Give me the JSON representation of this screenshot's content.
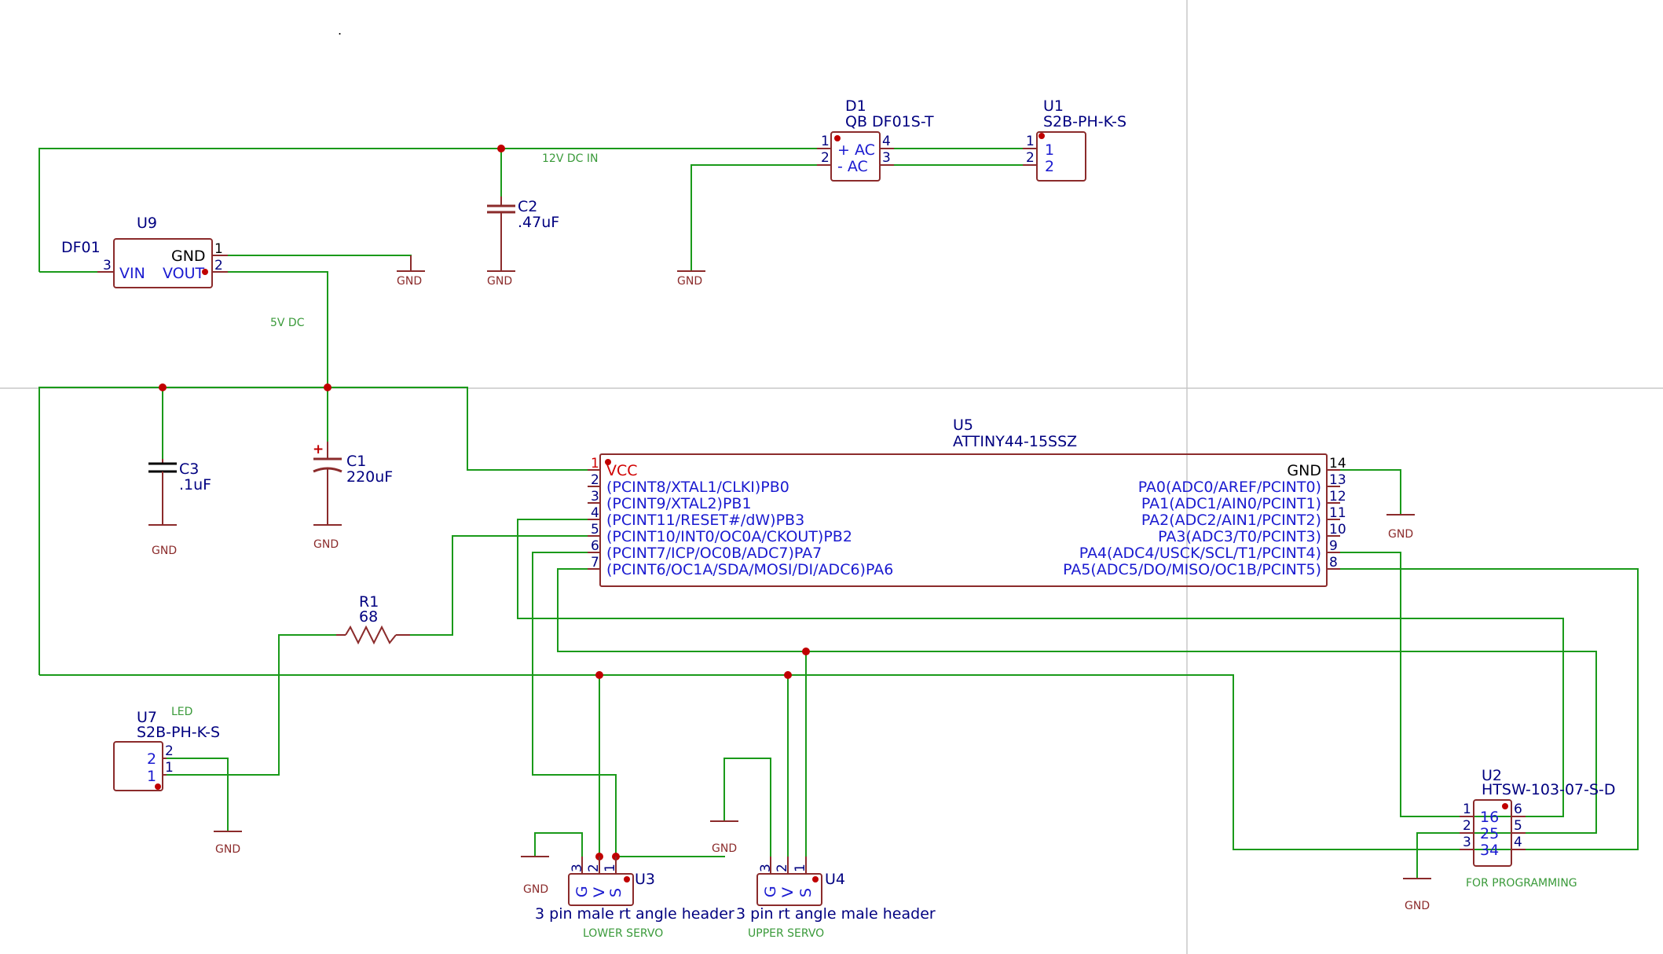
{
  "colors": {
    "wire": "#1a9a1a",
    "body": "#8b2b2b",
    "text": "#000080",
    "pin_name": "#1a1ad0",
    "vcc_pin": "#d00000",
    "gnd": "#8b2b2b",
    "net_label": "#3a9a3a"
  },
  "net_labels": {
    "in12v": "12V DC IN",
    "dc5v": "5V DC",
    "led": "LED",
    "lower_servo": "LOWER SERVO",
    "upper_servo": "UPPER SERVO",
    "programming": "FOR PROGRAMMING"
  },
  "gnd_label": "GND",
  "stray_mark": ".",
  "d1": {
    "ref": "D1",
    "value": "QB DF01S-T",
    "plus": "+ AC",
    "minus": "- AC",
    "p1": "1",
    "p2": "2",
    "p3": "3",
    "p4": "4"
  },
  "u1": {
    "ref": "U1",
    "value": "S2B-PH-K-S",
    "n1": "1",
    "n2": "2",
    "p1": "1",
    "p2": "2"
  },
  "c2": {
    "ref": "C2",
    "value": ".47uF"
  },
  "u9": {
    "ref": "U9",
    "value": "DF01",
    "gnd": "GND",
    "vin": "VIN",
    "vout": "VOUT",
    "p1": "1",
    "p2": "2",
    "p3": "3"
  },
  "c3": {
    "ref": "C3",
    "value": ".1uF"
  },
  "c1": {
    "ref": "C1",
    "value": "220uF",
    "polarity": "+"
  },
  "u5": {
    "ref": "U5",
    "value": "ATTINY44-15SSZ",
    "left": [
      {
        "num": "1",
        "name": "VCC"
      },
      {
        "num": "2",
        "name": "(PCINT8/XTAL1/CLKI)PB0"
      },
      {
        "num": "3",
        "name": "(PCINT9/XTAL2)PB1"
      },
      {
        "num": "4",
        "name": "(PCINT11/RESET#/dW)PB3"
      },
      {
        "num": "5",
        "name": "(PCINT10/INT0/OC0A/CKOUT)PB2"
      },
      {
        "num": "6",
        "name": "(PCINT7/ICP/OC0B/ADC7)PA7"
      },
      {
        "num": "7",
        "name": "(PCINT6/OC1A/SDA/MOSI/DI/ADC6)PA6"
      }
    ],
    "right": [
      {
        "num": "14",
        "name": "GND"
      },
      {
        "num": "13",
        "name": "PA0(ADC0/AREF/PCINT0)"
      },
      {
        "num": "12",
        "name": "PA1(ADC1/AIN0/PCINT1)"
      },
      {
        "num": "11",
        "name": "PA2(ADC2/AIN1/PCINT2)"
      },
      {
        "num": "10",
        "name": "PA3(ADC3/T0/PCINT3)"
      },
      {
        "num": "9",
        "name": "PA4(ADC4/USCK/SCL/T1/PCINT4)"
      },
      {
        "num": "8",
        "name": "PA5(ADC5/DO/MISO/OC1B/PCINT5)"
      }
    ]
  },
  "r1": {
    "ref": "R1",
    "value": "68"
  },
  "u7": {
    "ref": "U7",
    "value": "S2B-PH-K-S",
    "n1": "1",
    "n2": "2",
    "p1": "1",
    "p2": "2"
  },
  "u3": {
    "ref": "U3",
    "value": "3 pin male rt angle header",
    "g": "G",
    "v": "V",
    "s": "S",
    "p1": "1",
    "p2": "2",
    "p3": "3"
  },
  "u4": {
    "ref": "U4",
    "value": "3 pin rt angle male header",
    "g": "G",
    "v": "V",
    "s": "S",
    "p1": "1",
    "p2": "2",
    "p3": "3"
  },
  "u2": {
    "ref": "U2",
    "value": "HTSW-103-07-S-D",
    "n16": "16",
    "n25": "25",
    "n34": "34",
    "p1": "1",
    "p2": "2",
    "p3": "3",
    "p4": "4",
    "p5": "5",
    "p6": "6"
  }
}
